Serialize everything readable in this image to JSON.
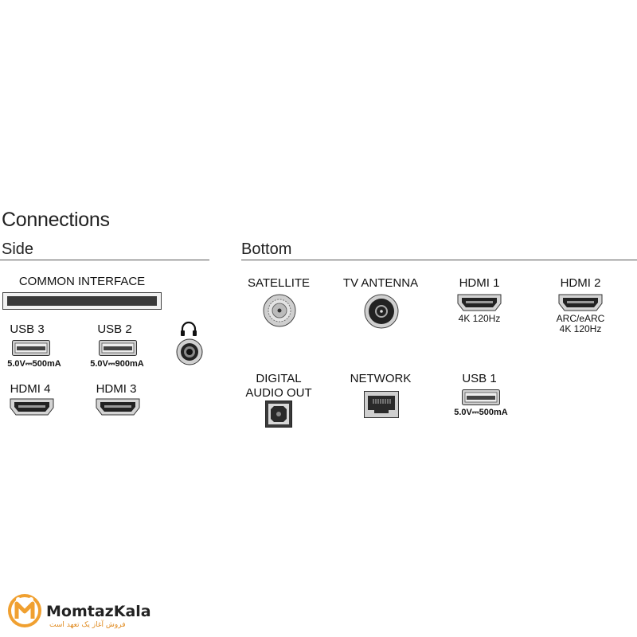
{
  "title": "Connections",
  "side": {
    "heading": "Side",
    "common_interface": "COMMON INTERFACE",
    "usb3": {
      "label": "USB 3",
      "spec": "5.0V⎓500mA"
    },
    "usb2": {
      "label": "USB 2",
      "spec": "5.0V⎓900mA"
    },
    "hdmi4": {
      "label": "HDMI 4"
    },
    "hdmi3": {
      "label": "HDMI 3"
    },
    "headphone_icon": "headphone-icon"
  },
  "bottom": {
    "heading": "Bottom",
    "satellite": {
      "label": "SATELLITE"
    },
    "tv_antenna": {
      "label": "TV ANTENNA"
    },
    "hdmi1": {
      "label": "HDMI 1",
      "spec": "4K 120Hz"
    },
    "hdmi2": {
      "label": "HDMI 2",
      "spec_line1": "ARC/eARC",
      "spec_line2": "4K 120Hz"
    },
    "digital_audio_out": {
      "line1": "DIGITAL",
      "line2": "AUDIO OUT"
    },
    "network": {
      "label": "NETWORK"
    },
    "usb1": {
      "label": "USB 1",
      "spec": "5.0V⎓500mA"
    }
  },
  "watermark": {
    "brand": "MomtazKala",
    "tagline": "فروش آغاز یک تعهد است",
    "accent_color": "#f0a030"
  }
}
